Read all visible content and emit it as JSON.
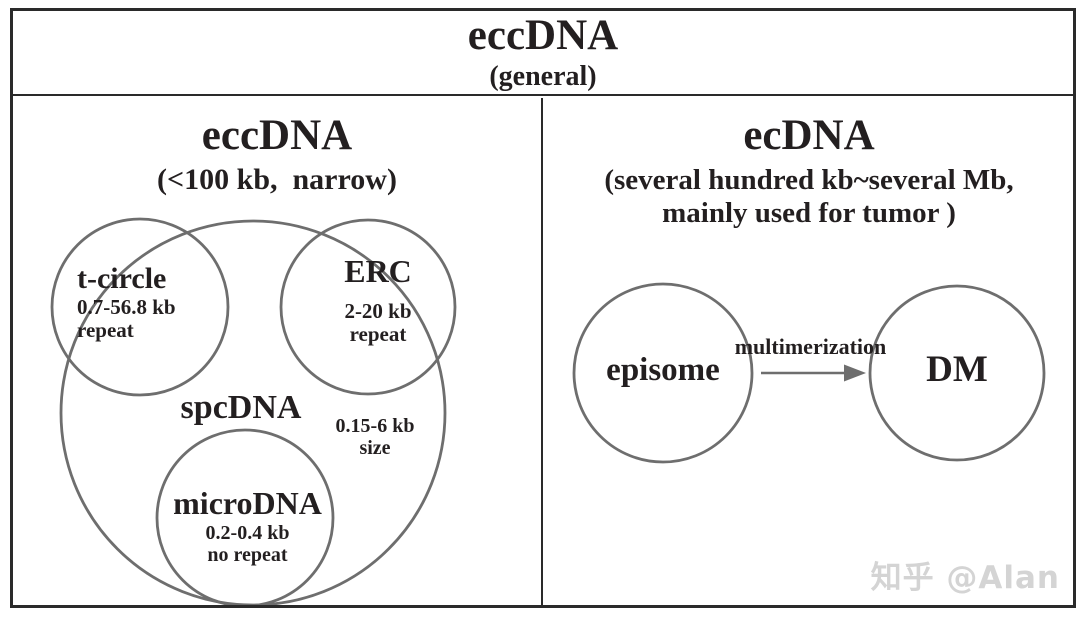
{
  "header": {
    "title": "eccDNA",
    "subtitle": "(general)"
  },
  "left_panel": {
    "title": "eccDNA",
    "subtitle": "(<100 kb,  narrow)",
    "t_circle": {
      "name": "t-circle",
      "size": "0.7-56.8 kb",
      "repeat": "repeat"
    },
    "erc": {
      "name": "ERC",
      "size": "2-20 kb",
      "repeat": "repeat"
    },
    "spcdna": {
      "name": "spcDNA",
      "size_line1": "0.15-6 kb",
      "size_line2": "size"
    },
    "microdna": {
      "name": "microDNA",
      "size": "0.2-0.4 kb",
      "repeat": "no repeat"
    }
  },
  "right_panel": {
    "title": "ecDNA",
    "subtitle_line1": "(several hundred kb~several Mb,",
    "subtitle_line2": "mainly used for tumor )",
    "episome_label": "episome",
    "dm_label": "DM",
    "arrow_label": "multimerization"
  },
  "watermark": "知乎 @Alan",
  "colors": {
    "border": "#2a2a2a",
    "circle_stroke": "#6e6e6e",
    "text": "#231f20",
    "watermark": "#d4d4d4",
    "bg": "#ffffff"
  }
}
